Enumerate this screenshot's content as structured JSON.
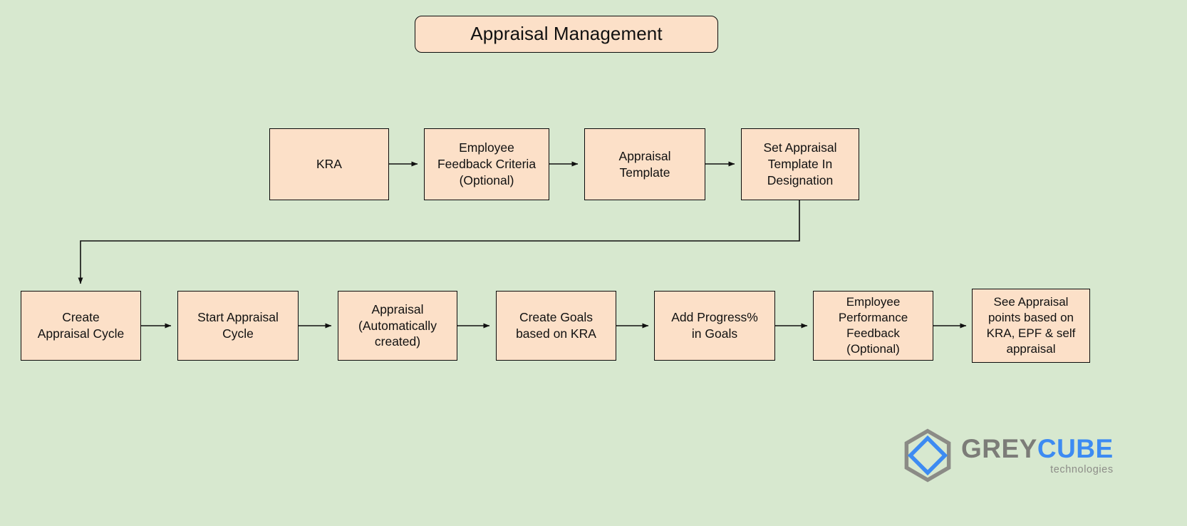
{
  "diagram": {
    "title": "Appraisal Management",
    "background_color": "#d7e8cf",
    "node_fill_color": "#fce0c8",
    "node_border_color": "#0b0b0b",
    "connector_color": "#101010"
  },
  "row1": {
    "nodes": [
      {
        "id": "kra",
        "label": "KRA"
      },
      {
        "id": "employee-feedback-criteria",
        "label": "Employee\nFeedback Criteria\n(Optional)"
      },
      {
        "id": "appraisal-template",
        "label": "Appraisal\nTemplate"
      },
      {
        "id": "set-appraisal-template-in-designation",
        "label": "Set Appraisal\nTemplate In\nDesignation"
      }
    ]
  },
  "row2": {
    "nodes": [
      {
        "id": "create-appraisal-cycle",
        "label": "Create\nAppraisal Cycle"
      },
      {
        "id": "start-appraisal-cycle",
        "label": "Start Appraisal\nCycle"
      },
      {
        "id": "appraisal-automatically-created",
        "label": "Appraisal\n(Automatically\ncreated)"
      },
      {
        "id": "create-goals-based-on-kra",
        "label": "Create Goals\nbased on KRA"
      },
      {
        "id": "add-progress-in-goals",
        "label": "Add Progress%\nin Goals"
      },
      {
        "id": "employee-performance-feedback",
        "label": "Employee\nPerformance\nFeedback\n(Optional)"
      },
      {
        "id": "see-appraisal-points",
        "label": "See Appraisal\npoints based on\nKRA, EPF & self\nappraisal"
      }
    ]
  },
  "logo": {
    "word_grey": "GREY",
    "word_cube": "CUBE",
    "tagline": "technologies",
    "grey_color": "#7c7c78",
    "cube_color": "#3d8bf2"
  }
}
